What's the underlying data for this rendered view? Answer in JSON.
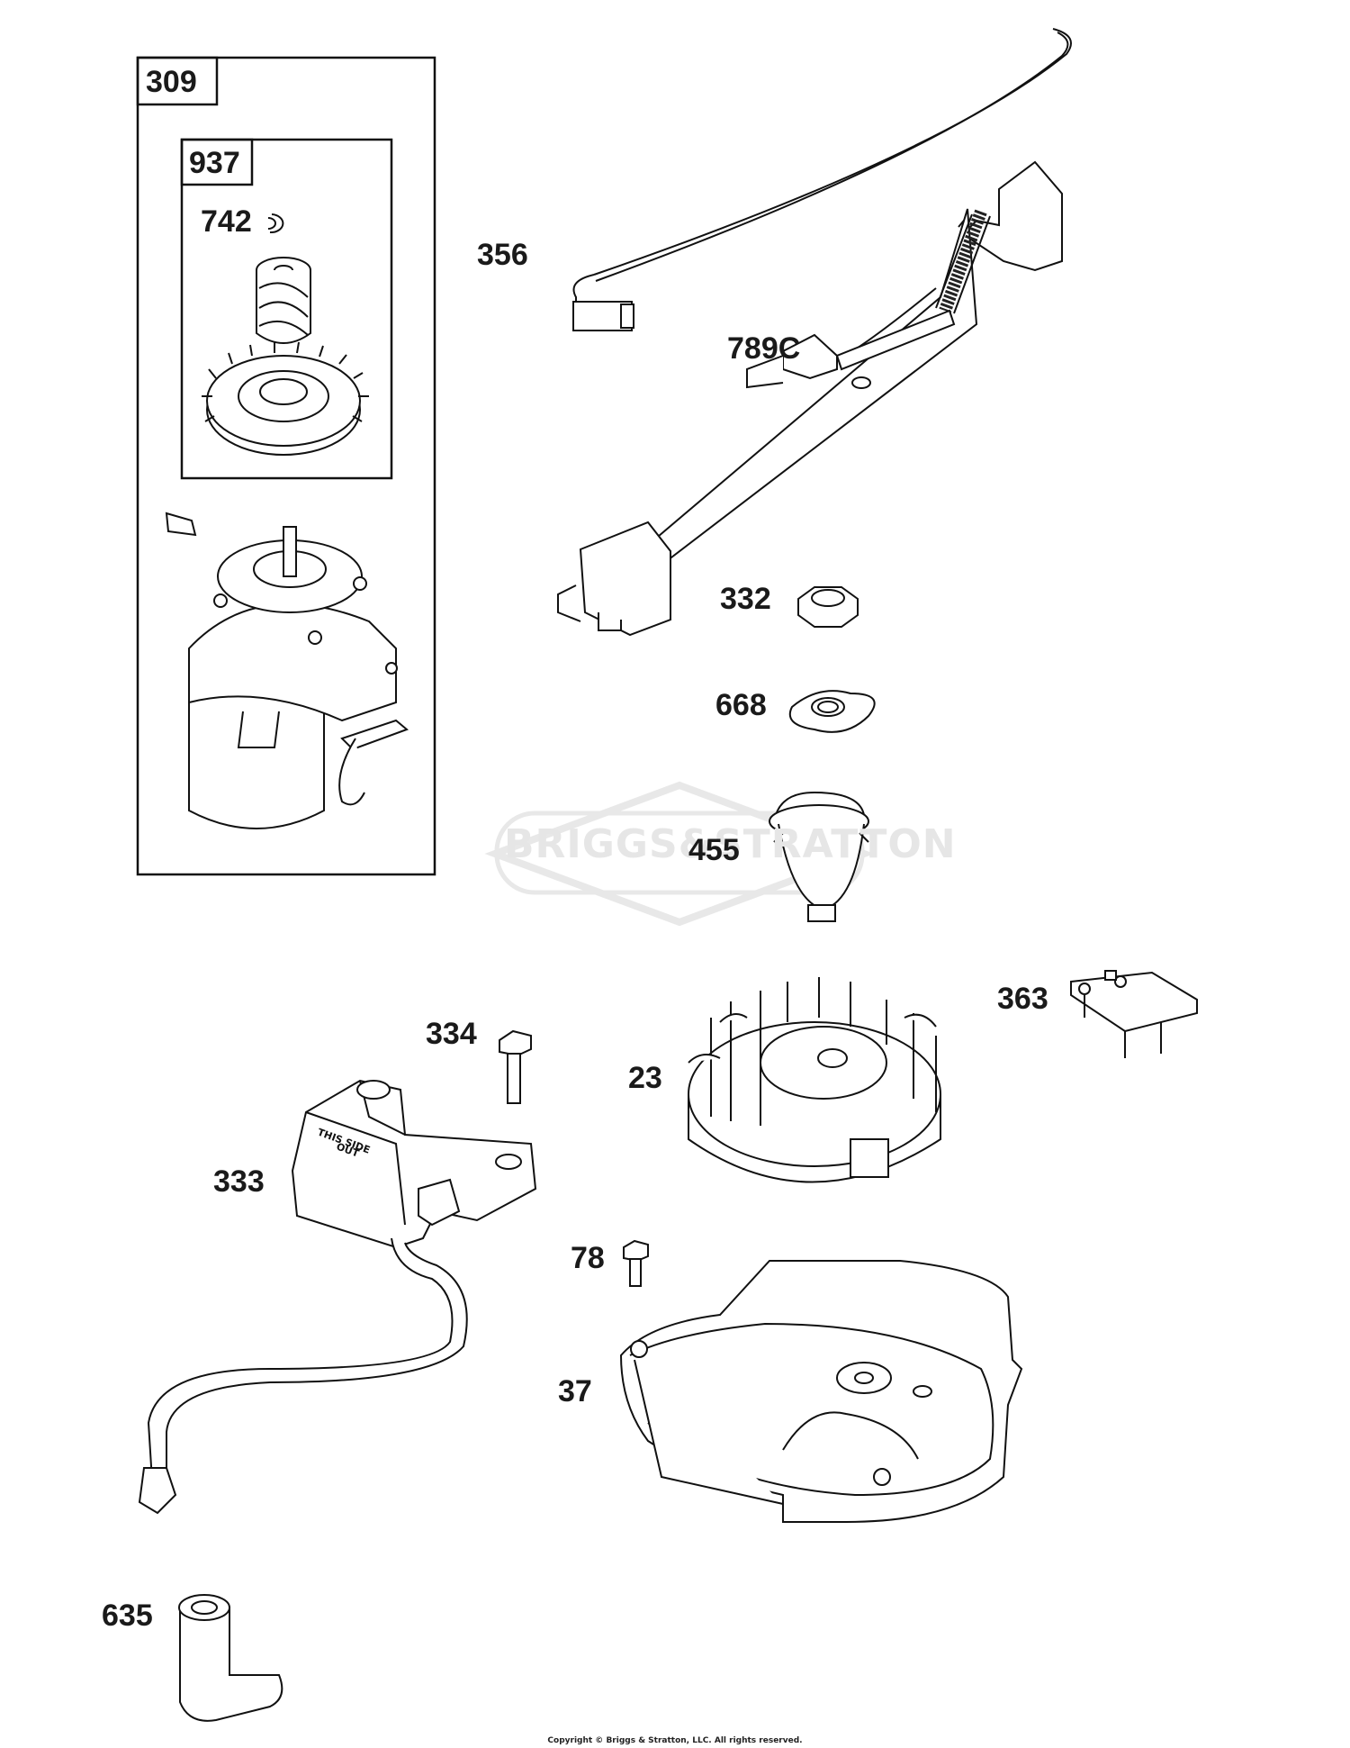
{
  "diagram": {
    "watermark": "BRIGGS&STRATTON",
    "footer": "Copyright © Briggs & Stratton, LLC. All rights reserved.",
    "boxes": [
      {
        "id": "309",
        "label": "309"
      },
      {
        "id": "937",
        "label": "937"
      }
    ],
    "callouts": [
      {
        "id": "742",
        "label": "742"
      },
      {
        "id": "356",
        "label": "356"
      },
      {
        "id": "789C",
        "label": "789C"
      },
      {
        "id": "332",
        "label": "332"
      },
      {
        "id": "668",
        "label": "668"
      },
      {
        "id": "455",
        "label": "455"
      },
      {
        "id": "363",
        "label": "363"
      },
      {
        "id": "334",
        "label": "334"
      },
      {
        "id": "23",
        "label": "23"
      },
      {
        "id": "333",
        "label": "333"
      },
      {
        "id": "78",
        "label": "78"
      },
      {
        "id": "37",
        "label": "37"
      },
      {
        "id": "635",
        "label": "635"
      }
    ],
    "part_texts": {
      "coil_marking_1": "THIS SIDE",
      "coil_marking_2": "OUT"
    }
  }
}
